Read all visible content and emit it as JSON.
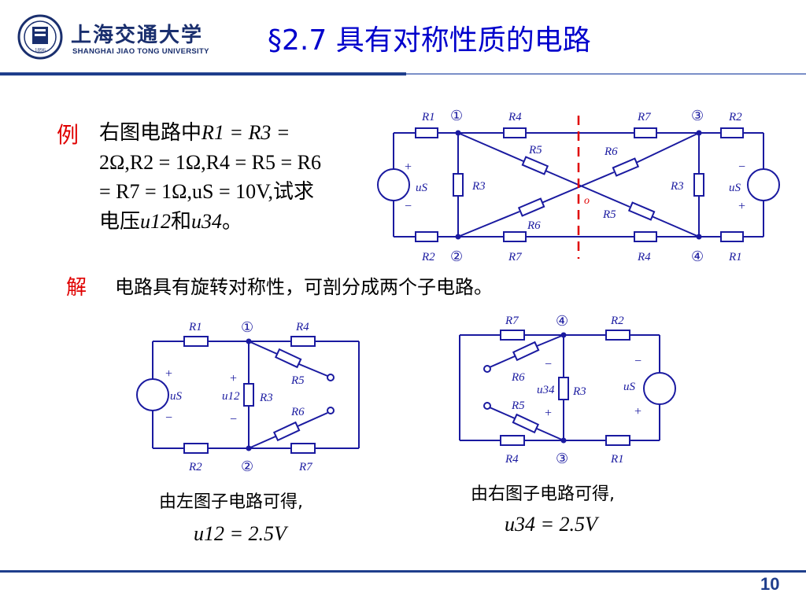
{
  "header": {
    "logo_cn": "上海交通大学",
    "logo_en": "SHANGHAI  JIAO TONG  UNIVERSITY",
    "logo_year": "1896",
    "title": "§2.7   具有对称性质的电路"
  },
  "example": {
    "mark": "例",
    "line1_pre": "右图电路中",
    "line1_math": "R1 = R3 =",
    "line2": "2Ω,R2 = 1Ω,R4 = R5 = R6",
    "line3_math": "= R7 = 1Ω,uS = 10V,",
    "line3_cn": "试求",
    "line4_pre": "电压",
    "line4_u12": "u12",
    "line4_mid": "和",
    "line4_u34": "u34",
    "line4_end": "。"
  },
  "solution": {
    "mark": "解",
    "text": "电路具有旋转对称性，可剖分成两个子电路。"
  },
  "main_circuit": {
    "labels": {
      "R1": "R1",
      "R2": "R2",
      "R3": "R3",
      "R4": "R4",
      "R5": "R5",
      "R6": "R6",
      "R7": "R7",
      "uS": "uS",
      "node1": "①",
      "node2": "②",
      "node3": "③",
      "node4": "④",
      "center": "o",
      "plus": "+",
      "minus": "−"
    }
  },
  "left_sub": {
    "caption": "由左图子电路可得,",
    "result": "u12 = 2.5V"
  },
  "right_sub": {
    "caption": "由右图子电路可得,",
    "result": "u34 = 2.5V"
  },
  "footer": {
    "page_number": "10"
  },
  "colors": {
    "circuit": "#1a1aa0",
    "accent_red": "#e00000",
    "title_blue": "#0000cc",
    "brand_navy": "#1f3e8c"
  }
}
